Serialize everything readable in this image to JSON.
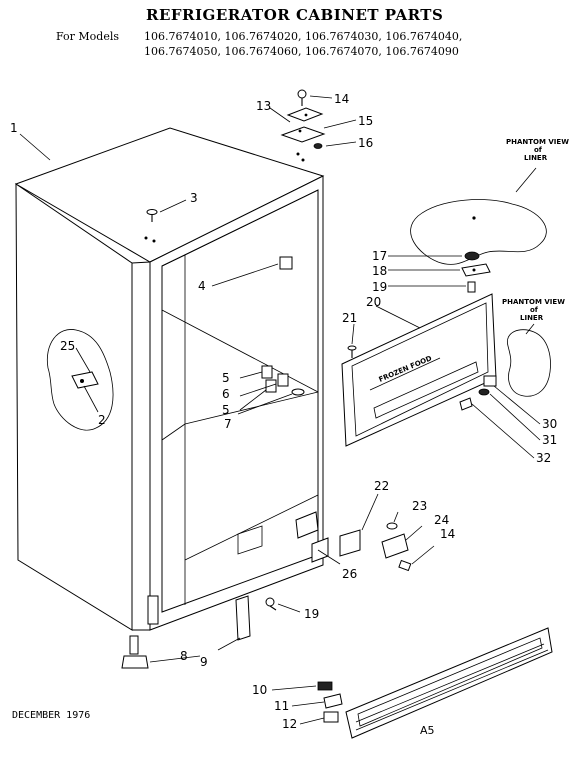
{
  "header": {
    "title": "REFRIGERATOR CABINET PARTS",
    "models_label": "For Models",
    "model_lines": [
      "106.7674010, 106.7674020, 106.7674030, 106.7674040,",
      "106.7674050, 106.7674060, 106.7674070, 106.7674090"
    ]
  },
  "callouts": [
    "1",
    "14",
    "13",
    "15",
    "16",
    "3",
    "4",
    "17",
    "18",
    "19",
    "20",
    "21",
    "25",
    "2",
    "5",
    "6",
    "5",
    "7",
    "30",
    "31",
    "32",
    "22",
    "23",
    "24",
    "14",
    "26",
    "19",
    "8",
    "9",
    "10",
    "11",
    "12"
  ],
  "phantom_labels": {
    "top": [
      "PHANTOM VIEW",
      "of",
      "LINER"
    ],
    "side": [
      "PHANTOM VIEW",
      "of",
      "LINER"
    ]
  },
  "panel_text": "FROZEN FOOD",
  "footer": {
    "date": "DECEMBER 1976",
    "code": "A5"
  }
}
